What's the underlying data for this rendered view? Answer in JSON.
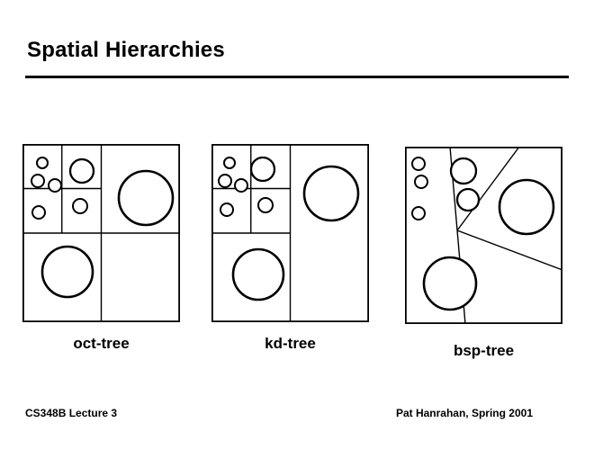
{
  "slide": {
    "title": "Spatial Hierarchies",
    "footer_left": "CS348B Lecture 3",
    "footer_right": "Pat Hanrahan, Spring 2001"
  },
  "colors": {
    "ink": "#000000",
    "background": "#ffffff"
  },
  "diagrams": [
    {
      "label": "oct-tree",
      "width": 175,
      "height": 198,
      "lines": [
        [
          87.5,
          0,
          87.5,
          198
        ],
        [
          0,
          99,
          175,
          99
        ],
        [
          43.75,
          0,
          43.75,
          99
        ],
        [
          0,
          49.5,
          87.5,
          49.5
        ]
      ],
      "circles": [
        [
          22,
          21,
          6
        ],
        [
          17,
          41,
          7
        ],
        [
          36,
          46,
          7
        ],
        [
          18,
          76,
          7
        ],
        [
          64,
          69,
          8
        ],
        [
          66,
          30,
          13
        ],
        [
          137,
          60,
          30
        ],
        [
          50,
          142,
          28
        ]
      ]
    },
    {
      "label": "kd-tree",
      "width": 175,
      "height": 198,
      "lines": [
        [
          87.5,
          0,
          87.5,
          198
        ],
        [
          0,
          99,
          87.5,
          99
        ],
        [
          43.75,
          0,
          43.75,
          99
        ],
        [
          0,
          49.5,
          87.5,
          49.5
        ]
      ],
      "circles": [
        [
          20,
          21,
          6
        ],
        [
          15,
          41,
          7
        ],
        [
          33,
          46,
          7
        ],
        [
          17,
          73,
          7
        ],
        [
          60,
          68,
          8
        ],
        [
          57,
          28,
          13
        ],
        [
          133,
          55,
          30
        ],
        [
          52,
          145,
          28
        ]
      ]
    },
    {
      "label": "bsp-tree",
      "width": 175,
      "height": 197,
      "lines": [
        [
          50,
          0,
          67,
          197
        ],
        [
          127,
          0,
          58,
          93
        ],
        [
          58,
          93,
          175,
          137
        ]
      ],
      "circles": [
        [
          15,
          19,
          7
        ],
        [
          18,
          39,
          7
        ],
        [
          15,
          74,
          7
        ],
        [
          65,
          27,
          14
        ],
        [
          70,
          59,
          12
        ],
        [
          135,
          67,
          30
        ],
        [
          50,
          152,
          29
        ]
      ]
    }
  ]
}
